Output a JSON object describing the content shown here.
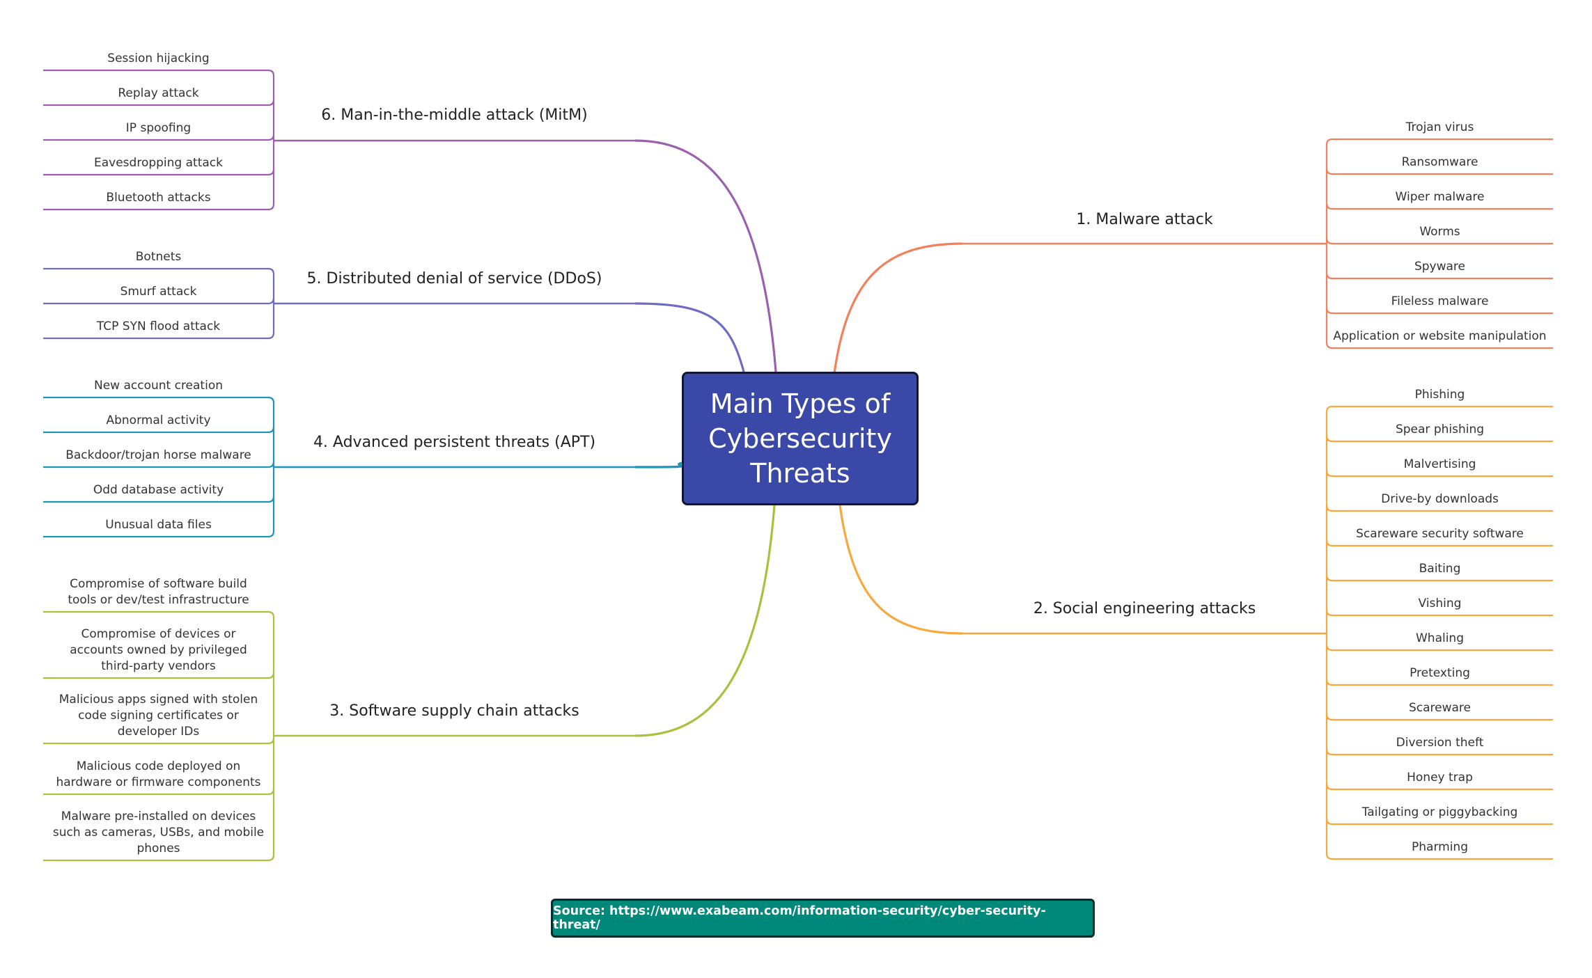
{
  "central": {
    "title": "Main Types of Cybersecurity Threats"
  },
  "source": {
    "text": "Source: https://www.exabeam.com/information-security/cyber-security-threat/"
  },
  "branches": [
    {
      "label": "1. Malware attack",
      "color": "#f47f5b",
      "items": [
        "Trojan virus",
        "Ransomware",
        "Wiper malware",
        "Worms",
        "Spyware",
        "Fileless malware",
        "Application or website manipulation"
      ]
    },
    {
      "label": "2. Social engineering attacks",
      "color": "#faa73b",
      "items": [
        "Phishing",
        "Spear phishing",
        "Malvertising",
        "Drive-by downloads",
        "Scareware security software",
        "Baiting",
        "Vishing",
        "Whaling",
        "Pretexting",
        "Scareware",
        "Diversion theft",
        "Honey trap",
        "Tailgating or piggybacking",
        "Pharming"
      ]
    },
    {
      "label": "3. Software supply chain attacks",
      "color": "#a8c23c",
      "items": [
        [
          "Compromise of software build",
          "tools or dev/test infrastructure"
        ],
        [
          "Compromise of devices or",
          "accounts owned by privileged",
          "third-party vendors"
        ],
        [
          "Malicious apps signed with stolen",
          "code signing certificates or",
          "developer IDs"
        ],
        [
          "Malicious code deployed on",
          "hardware or firmware components"
        ],
        [
          "Malware pre-installed on devices",
          "such as cameras, USBs, and mobile",
          "phones"
        ]
      ]
    },
    {
      "label": "4. Advanced persistent threats (APT)",
      "color": "#1d95b8",
      "items": [
        "New account creation",
        "Abnormal activity",
        "Backdoor/trojan horse malware",
        "Odd database activity",
        "Unusual data files"
      ]
    },
    {
      "label": "5. Distributed denial of service (DDoS)",
      "color": "#6e6cc5",
      "items": [
        "Botnets",
        "Smurf attack",
        "TCP SYN flood attack"
      ]
    },
    {
      "label": "6. Man-in-the-middle attack (MitM)",
      "color": "#9c5fb0",
      "items": [
        "Session hijacking",
        "Replay attack",
        "IP spoofing",
        "Eavesdropping attack",
        "Bluetooth attacks"
      ]
    }
  ]
}
